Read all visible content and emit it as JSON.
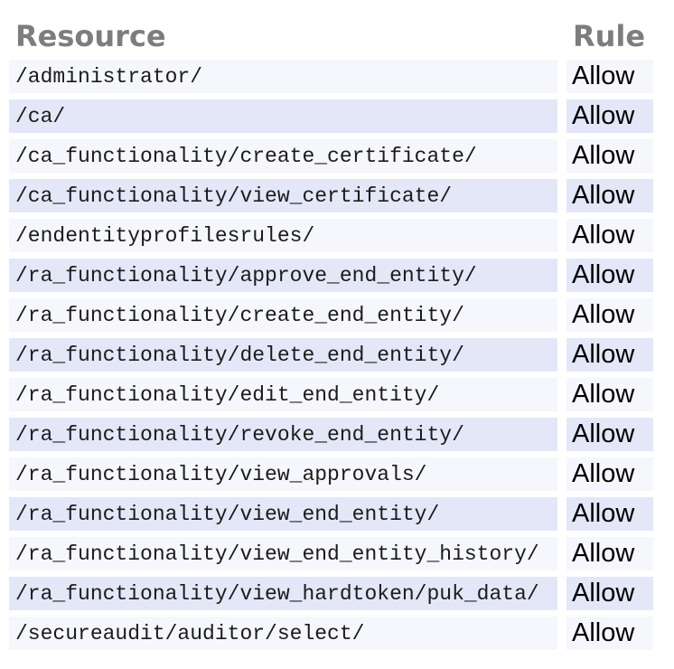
{
  "page": {
    "background_color": "#ffffff"
  },
  "table": {
    "columns": [
      {
        "label": "Resource"
      },
      {
        "label": "Rule"
      }
    ],
    "colors": {
      "header_text": "#7d7d7d",
      "row_odd_bg": "#f6f7fc",
      "row_even_bg": "#e3e7f8",
      "resource_text": "#1b1b1b",
      "rule_text": "#000000"
    },
    "rows": [
      {
        "resource": "/administrator/",
        "rule": "Allow"
      },
      {
        "resource": "/ca/",
        "rule": "Allow"
      },
      {
        "resource": "/ca_functionality/create_certificate/",
        "rule": "Allow"
      },
      {
        "resource": "/ca_functionality/view_certificate/",
        "rule": "Allow"
      },
      {
        "resource": "/endentityprofilesrules/",
        "rule": "Allow"
      },
      {
        "resource": "/ra_functionality/approve_end_entity/",
        "rule": "Allow"
      },
      {
        "resource": "/ra_functionality/create_end_entity/",
        "rule": "Allow"
      },
      {
        "resource": "/ra_functionality/delete_end_entity/",
        "rule": "Allow"
      },
      {
        "resource": "/ra_functionality/edit_end_entity/",
        "rule": "Allow"
      },
      {
        "resource": "/ra_functionality/revoke_end_entity/",
        "rule": "Allow"
      },
      {
        "resource": "/ra_functionality/view_approvals/",
        "rule": "Allow"
      },
      {
        "resource": "/ra_functionality/view_end_entity/",
        "rule": "Allow"
      },
      {
        "resource": "/ra_functionality/view_end_entity_history/",
        "rule": "Allow"
      },
      {
        "resource": "/ra_functionality/view_hardtoken/puk_data/",
        "rule": "Allow"
      },
      {
        "resource": "/secureaudit/auditor/select/",
        "rule": "Allow"
      }
    ]
  }
}
